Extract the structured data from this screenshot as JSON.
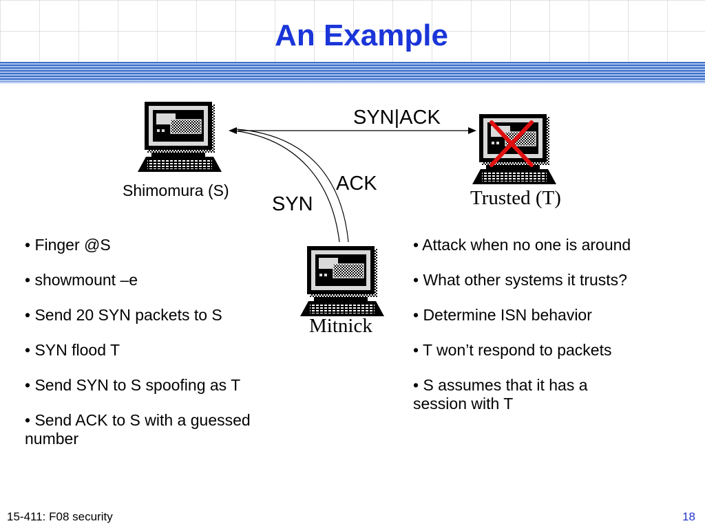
{
  "slide": {
    "title": "An Example",
    "footer_left": "15-411: F08 security",
    "page_number": "18"
  },
  "diagram": {
    "nodes": [
      {
        "id": "shimomura",
        "label": "Shimomura (S)",
        "icon": "computer-icon"
      },
      {
        "id": "trusted",
        "label": "Trusted (T)",
        "icon": "computer-icon",
        "marked_down": true
      },
      {
        "id": "mitnick",
        "label": "Mitnick",
        "icon": "computer-icon"
      }
    ],
    "edges": [
      {
        "from": "shimomura",
        "to": "trusted",
        "label": "SYN|ACK"
      },
      {
        "from": "mitnick",
        "to": "shimomura",
        "label": "ACK"
      },
      {
        "from": "mitnick",
        "to": "shimomura",
        "label": "SYN"
      }
    ],
    "x_mark": "X",
    "x_mark_color": "#e01010"
  },
  "left_bullets": [
    "• Finger @S",
    "• showmount –e",
    "• Send 20 SYN packets to S",
    "• SYN flood T",
    "• Send SYN to S spoofing as T",
    "• Send ACK to S with a guessed number"
  ],
  "right_bullets": [
    "• Attack when no one is around",
    "• What other systems it trusts?",
    "• Determine ISN behavior",
    "• T won’t respond to packets",
    "• S assumes that it has a session with T"
  ],
  "colors": {
    "title": "#1a35d8",
    "header_bar": "#3c6ec8",
    "page_number": "#2233cc"
  }
}
